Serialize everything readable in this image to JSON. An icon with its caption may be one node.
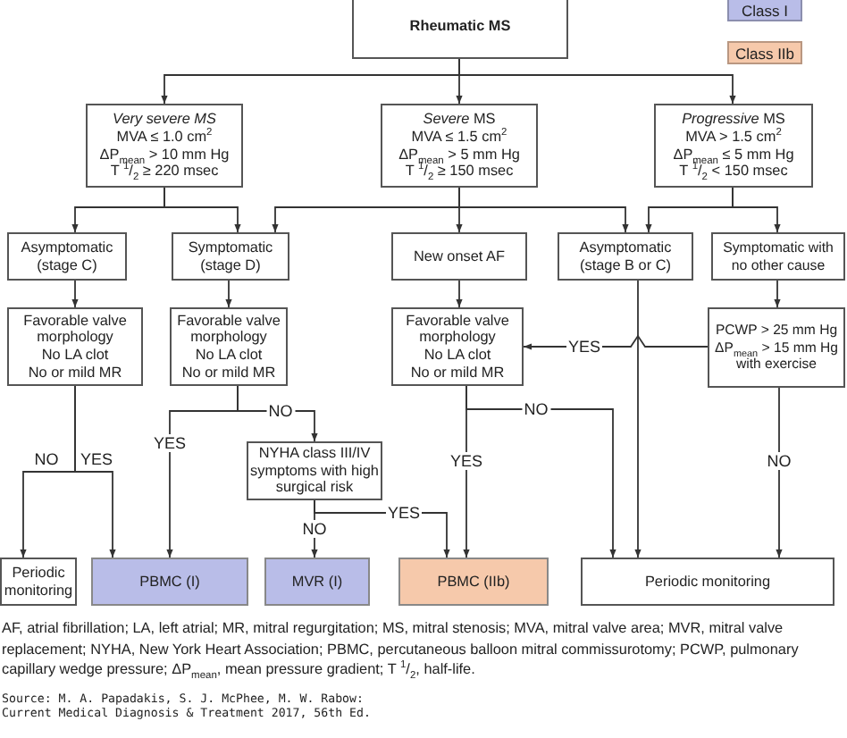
{
  "diagram": {
    "nodes": [
      {
        "text": [
          "Rheumatic MS"
        ]
      },
      {
        "text": [
          "Very severe MS",
          "MVA ≤ 1.0 cm$^{2}$",
          "ΔP$_{mean}$ > 10 mm Hg",
          "T $^{1}$/$_{2}$ ≥ 220 msec"
        ]
      },
      {
        "text": [
          "*Severe* MS",
          "MVA ≤ 1.5 cm$^{2}$",
          "ΔP$_{mean}$ > 5 mm Hg",
          "T $^{1}$/$_{2}$ ≥ 150 msec"
        ]
      },
      {
        "text": [
          "*Progressive* MS",
          "MVA > 1.5 cm$^{2}$",
          "ΔP$_{mean}$ ≤ 5 mm Hg",
          "T $^{1}$/$_{2}$ < 150 msec"
        ]
      },
      {
        "text": [
          "Asymptomatic (stage C)"
        ]
      },
      {
        "text": [
          "Symptomatic (stage D)"
        ]
      },
      {
        "text": [
          "New onset AF"
        ]
      },
      {
        "text": [
          "Asymptomatic (stage B or C)"
        ]
      },
      {
        "text": [
          "Symptomatic with no other cause"
        ]
      },
      {
        "text": [
          "Favorable valve morphology",
          "No LA clot",
          "No or mild MR"
        ]
      },
      {
        "text": [
          "Favorable valve morphology",
          "No LA clot",
          "No or mild MR"
        ]
      },
      {
        "text": [
          "Favorable valve morphology",
          "No LA clot",
          "No or mild MR"
        ]
      },
      {
        "text": [
          "PCWP > 25 mm Hg",
          "ΔP$_{mean}$ > 15 mm Hg with exercise"
        ]
      },
      {
        "text": [
          "NYHA class III/IV symptoms with high surgical risk"
        ]
      },
      {
        "text": [
          "Periodic monitoring"
        ]
      },
      {
        "text": [
          "PBMC (I)"
        ]
      },
      {
        "text": [
          "MVR (I)"
        ]
      },
      {
        "text": [
          "PBMC (IIb)"
        ]
      },
      {
        "text": [
          "Periodic monitoring"
        ]
      }
    ],
    "edges": [
      {
        "from": 0,
        "to": 1,
        "arrow": "to"
      },
      {
        "from": 0,
        "to": 2,
        "arrow": "to"
      },
      {
        "from": 0,
        "to": 3,
        "arrow": "to"
      },
      {
        "from": 1,
        "to": 4,
        "arrow": "to"
      },
      {
        "from": 1,
        "to": 5,
        "arrow": "to"
      },
      {
        "from": 2,
        "to": 5,
        "arrow": "to"
      },
      {
        "from": 2,
        "to": 6,
        "arrow": "to"
      },
      {
        "from": 2,
        "to": 7,
        "arrow": "to"
      },
      {
        "from": 3,
        "to": 7,
        "arrow": "to"
      },
      {
        "from": 3,
        "to": 8,
        "arrow": "to"
      },
      {
        "from": 4,
        "to": 9,
        "arrow": "to"
      },
      {
        "from": 5,
        "to": 10,
        "arrow": "to"
      },
      {
        "from": 6,
        "to": 11,
        "arrow": "to"
      },
      {
        "from": 8,
        "to": 12,
        "arrow": "to"
      },
      {
        "from": 9,
        "to": 14,
        "arrow": "to",
        "label": "NO"
      },
      {
        "from": 9,
        "to": 15,
        "arrow": "to",
        "label": "YES"
      },
      {
        "from": 10,
        "to": 15,
        "arrow": "to",
        "label": "YES"
      },
      {
        "from": 10,
        "to": 13,
        "arrow": "to",
        "label": "NO"
      },
      {
        "from": 13,
        "to": 16,
        "arrow": "to",
        "label": "NO"
      },
      {
        "from": 13,
        "to": 17,
        "arrow": "to",
        "label": "YES"
      },
      {
        "from": 12,
        "to": 11,
        "arrow": "to",
        "label": "YES"
      },
      {
        "from": 11,
        "to": 17,
        "arrow": "to",
        "label": "YES"
      },
      {
        "from": 11,
        "to": 18,
        "arrow": "to",
        "label": "NO"
      },
      {
        "from": 7,
        "to": 18,
        "arrow": "to"
      },
      {
        "from": 12,
        "to": 18,
        "arrow": "to",
        "label": "NO"
      }
    ],
    "labels": [
      "AF, atrial fibrillation; LA, left atrial; MR, mitral regurgitation; MS, mitral stenosis; MVA, mitral valve area; MVR, mitral valve replacement; NYHA, New York Heart Association; PBMC, percutaneous balloon mitral commissurotomy; PCWP, pulmonary capillary wedge pressure; ΔP$_{mean}$, mean pressure gradient; T $^{1}$/$_{2}$, half-life.",
      "Source: M. A. Papadakis, S. J. McPhee, M. W. Rabow:",
      "Current Medical Diagnosis & Treatment 2017, 56th Ed."
    ],
    "legend": [
      {
        "text": "Class I",
        "color": "#b9bde8"
      },
      {
        "text": "Class IIb",
        "color": "#f6c9ab"
      }
    ]
  }
}
